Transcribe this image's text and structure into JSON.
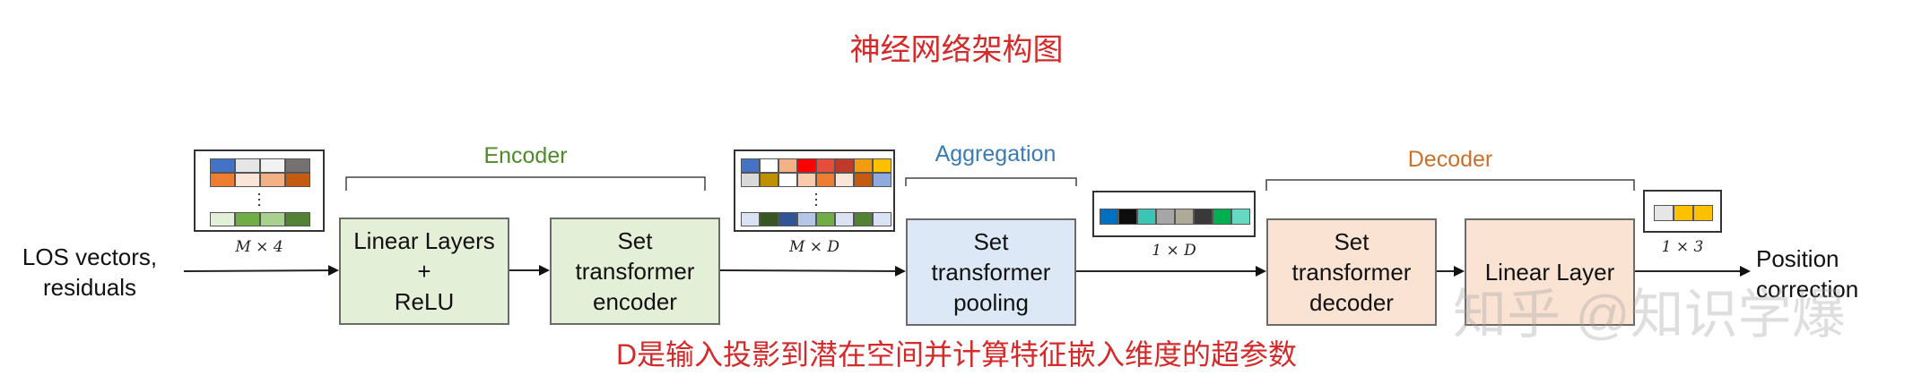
{
  "title": "神经网络架构图",
  "input_label": [
    "LOS vectors,",
    "residuals"
  ],
  "output_label": [
    "Position",
    "correction"
  ],
  "groups": {
    "encoder": "Encoder",
    "aggregation": "Aggregation",
    "decoder": "Decoder"
  },
  "blocks": {
    "linear_relu": [
      "Linear Layers",
      "+",
      "ReLU"
    ],
    "set_encoder": [
      "Set",
      "transformer",
      "encoder"
    ],
    "set_pooling": [
      "Set",
      "transformer",
      "pooling"
    ],
    "set_decoder": [
      "Set",
      "transformer",
      "decoder"
    ],
    "linear_layer": [
      "Linear Layer"
    ]
  },
  "dims": {
    "m4": "M × 4",
    "md": "M × D",
    "oned": "1 × D",
    "one3": "1 × 3"
  },
  "footnote": "D是输入投影到潜在空间并计算特征嵌入维度的超参数",
  "watermark": "知乎 @知识学爆",
  "colors": {
    "title_red": "#d42a2a",
    "encoder_green": "#4e8a2c",
    "aggregation_blue": "#3a7ab5",
    "decoder_orange": "#c9702a"
  }
}
